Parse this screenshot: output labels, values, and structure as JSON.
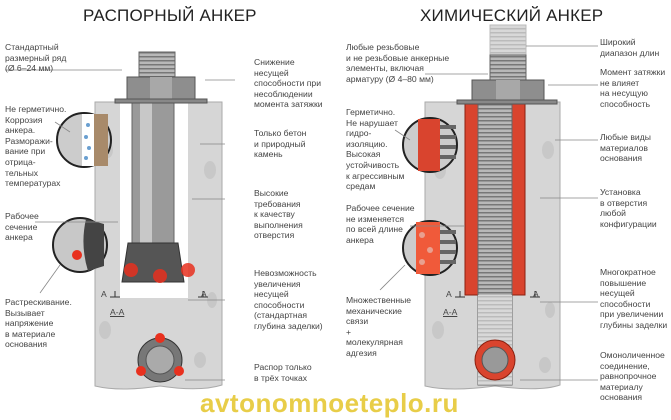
{
  "titles": {
    "expansion": "РАСПОРНЫЙ АНКЕР",
    "chemical": "ХИМИЧЕСКИЙ АНКЕР"
  },
  "expansion_labels": {
    "size_range": "Стандартный\nразмерный ряд\n(Ø 6–24 мм)",
    "not_sealed": "Не герметично.\nКоррозия\nанкера.\nРазморажи-\nвание при\nотрица-\nтельных\nтемпературах",
    "working_section": "Рабочее\nсечение\nанкера",
    "cracking": "Растрескивание.\nВызывает\nнапряжение\nв материале\nоснования",
    "torque": "Снижение\nнесущей\nспособности при\nнесоблюдении\nмомента затяжки",
    "concrete_only": "Только бетон\nи природный\nкамень",
    "hole_quality": "Высокие\nтребования\nк качеству\nвыполнения\nотверстия",
    "no_increase": "Невозможность\nувеличения\nнесущей\nспособности\n(стандартная\nглубина заделки)",
    "three_points": "Распор только\nв трёх точках",
    "section_mark": "А",
    "section_label": "А-А"
  },
  "chemical_labels": {
    "any_elements": "Любые резьбовые\nи не резьбовые анкерные\nэлементы, включая\nарматуру (Ø 4–80 мм)",
    "sealed": "Герметично.\nНе нарушает\nгидро-\nизоляцию.\nВысокая\nустойчивость\nк агрессивным\nсредам",
    "constant_section": "Рабочее сечение\nне изменяется\nпо всей длине\nанкера",
    "bonds": "Множественные\nмеханические\nсвязи\n+\nмолекулярная\nадгезия",
    "lengths": "Широкий\nдиапазон длин",
    "torque": "Момент затяжки\nне влияет\nна несущую\nспособность",
    "any_materials": "Любые виды\nматериалов\nоснования",
    "any_holes": "Установка\nв отверстия\nлюбой\nконфигурации",
    "depth": "Многократное\nповышение\nнесущей\nспособности\nпри увеличении\nглубины заделки",
    "monolithic": "Омоноличенное\nсоединение,\nравнопрочное\nматериалу\nоснования",
    "section_mark": "А",
    "section_label": "А-А"
  },
  "watermark": "avtonomnoeteplo.ru",
  "colors": {
    "resin": "#d9442e",
    "concrete": "#d6d6d6",
    "steel": "#9a9a9a",
    "stress": "#e8301e"
  }
}
